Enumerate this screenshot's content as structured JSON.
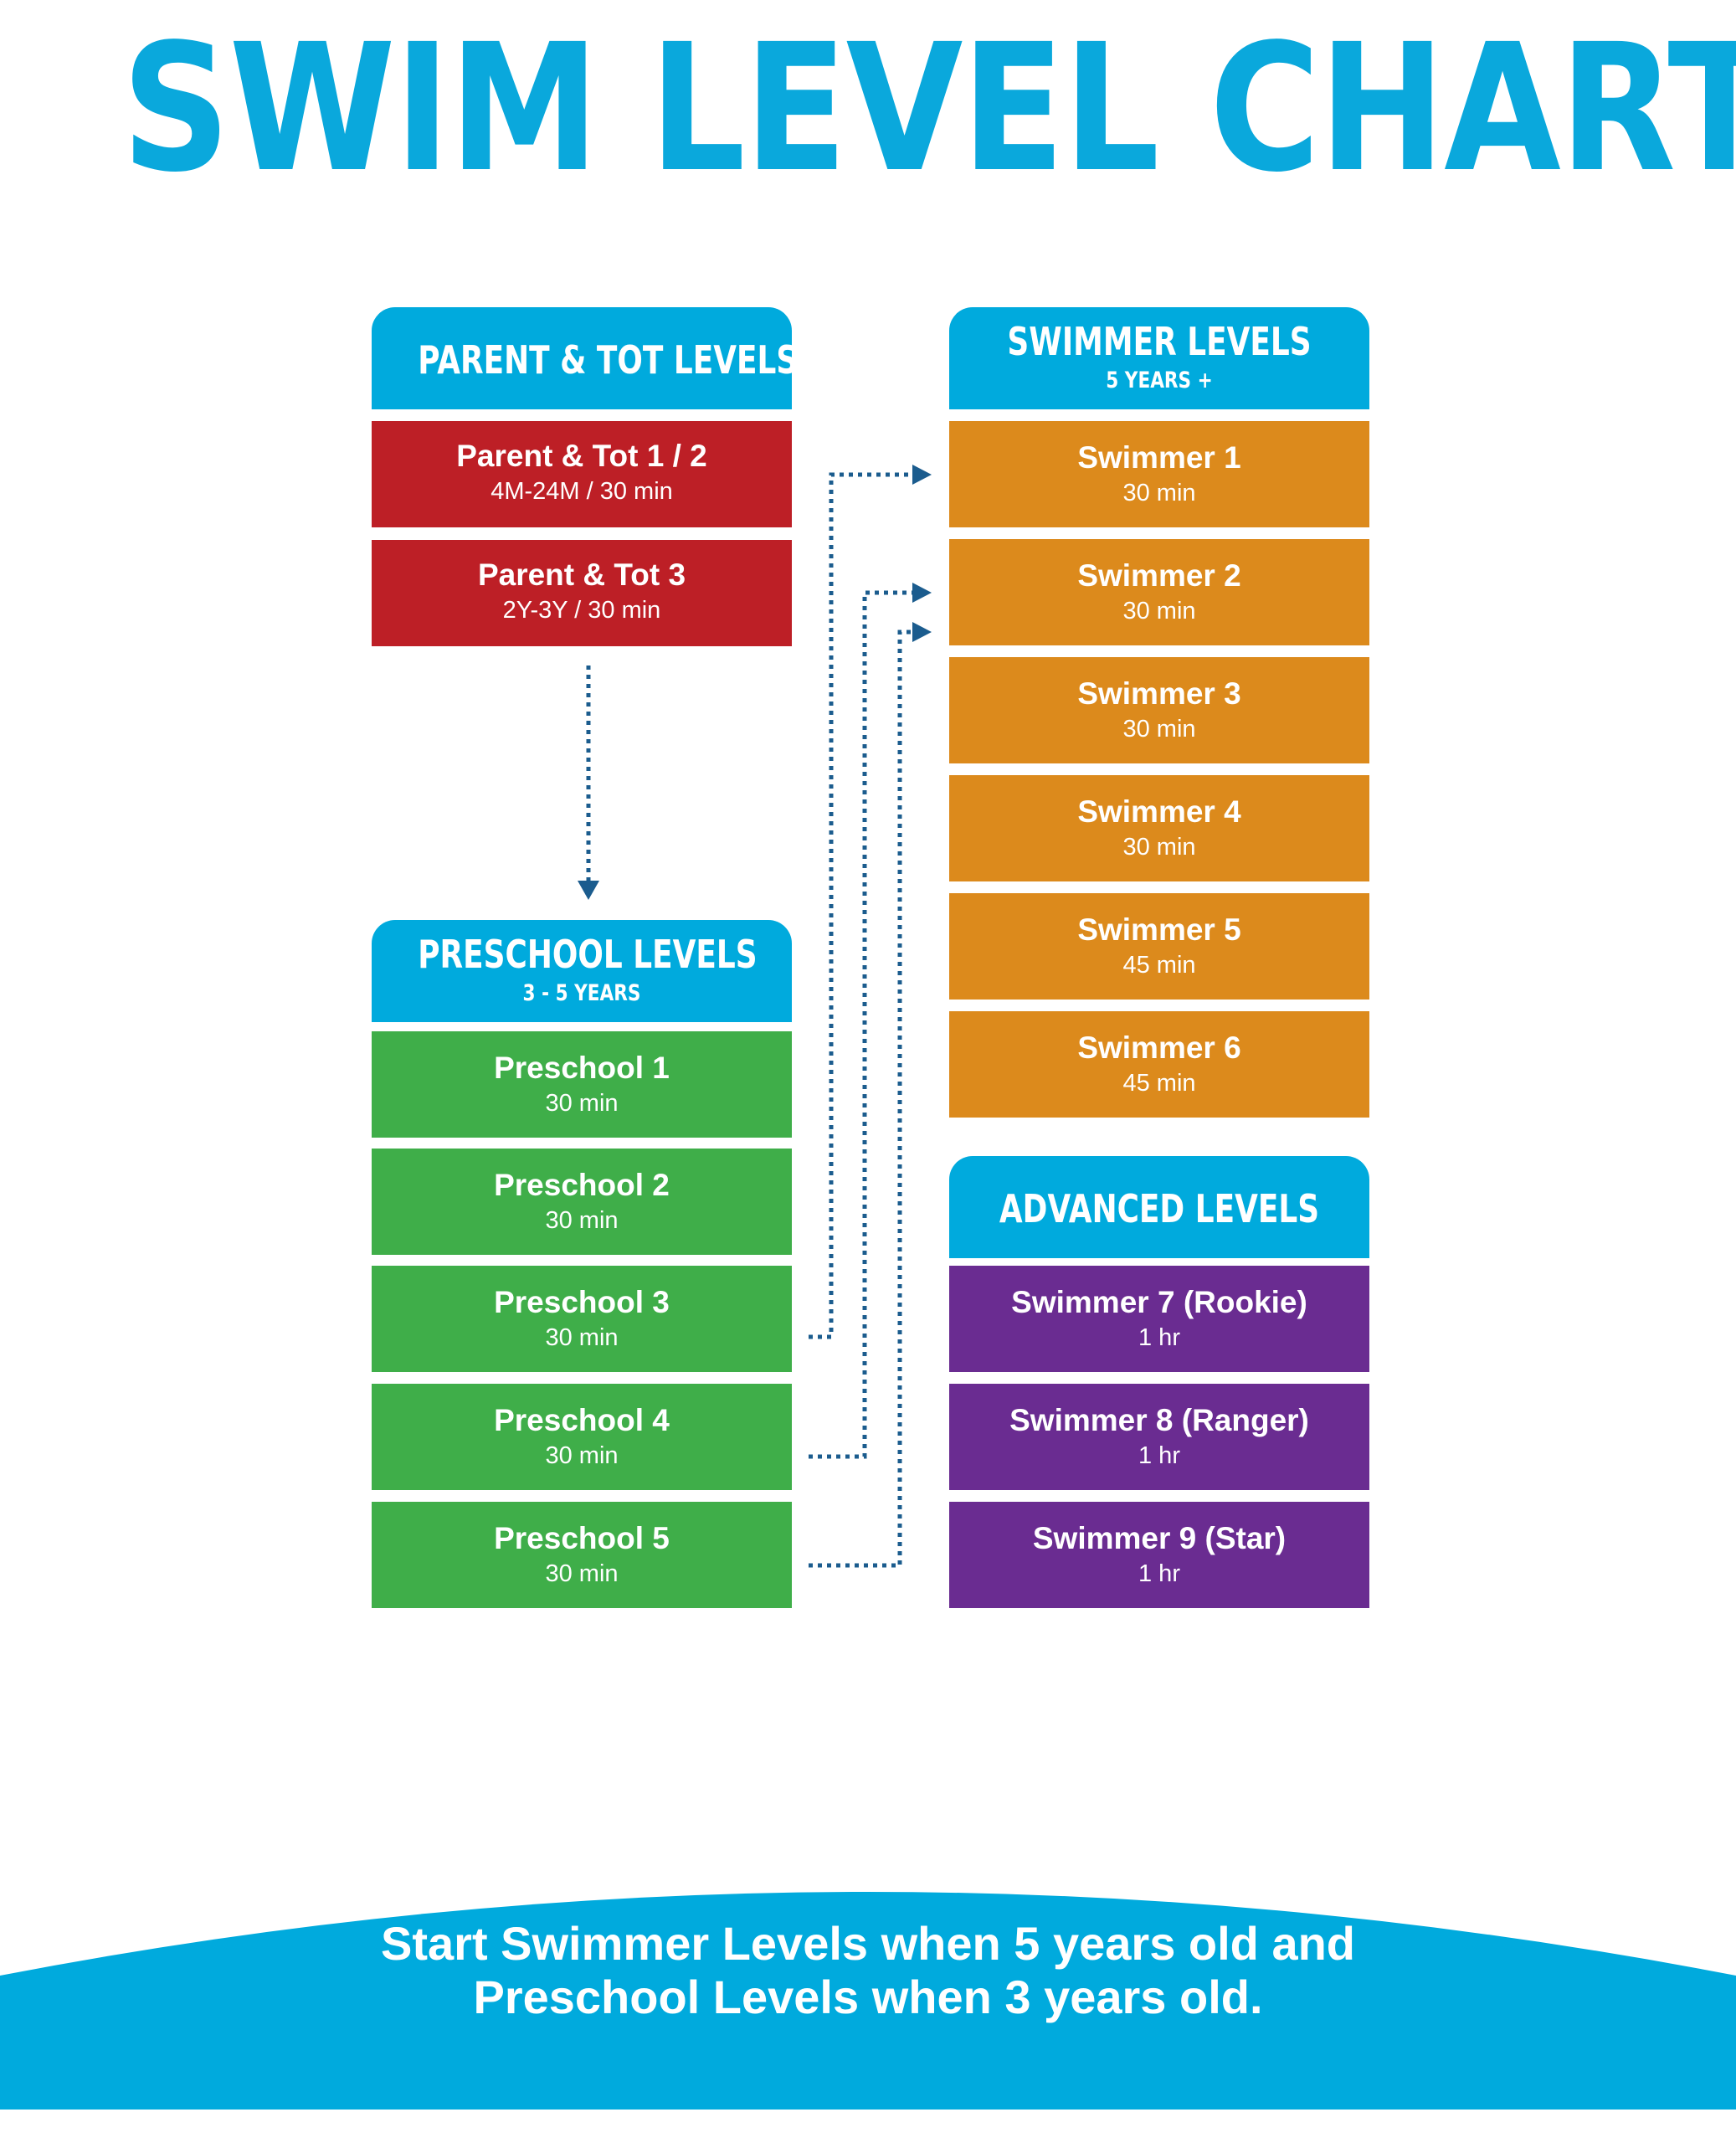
{
  "title": "SWIM LEVEL CHART",
  "colors": {
    "title_blue": "#0aa8dc",
    "header_blue": "#00aadd",
    "parent_tot_red": "#bd1f26",
    "preschool_green": "#3fae49",
    "swimmer_orange": "#dc8a1c",
    "advanced_purple": "#6a2c91",
    "arrow_blue": "#1b5c8e"
  },
  "parent_tot": {
    "header": "PARENT & TOT LEVELS",
    "levels": [
      {
        "name": "Parent & Tot 1 / 2",
        "detail": "4M-24M / 30 min"
      },
      {
        "name": "Parent & Tot 3",
        "detail": "2Y-3Y / 30 min"
      }
    ]
  },
  "preschool": {
    "header": "PRESCHOOL LEVELS",
    "subheader": "3 - 5 YEARS",
    "levels": [
      {
        "name": "Preschool 1",
        "detail": "30 min"
      },
      {
        "name": "Preschool 2",
        "detail": "30 min"
      },
      {
        "name": "Preschool 3",
        "detail": "30 min"
      },
      {
        "name": "Preschool 4",
        "detail": "30 min"
      },
      {
        "name": "Preschool 5",
        "detail": "30 min"
      }
    ]
  },
  "swimmer": {
    "header": "SWIMMER LEVELS",
    "subheader": "5 YEARS +",
    "levels": [
      {
        "name": "Swimmer 1",
        "detail": "30 min"
      },
      {
        "name": "Swimmer 2",
        "detail": "30 min"
      },
      {
        "name": "Swimmer 3",
        "detail": "30 min"
      },
      {
        "name": "Swimmer 4",
        "detail": "30 min"
      },
      {
        "name": "Swimmer 5",
        "detail": "45 min"
      },
      {
        "name": "Swimmer 6",
        "detail": "45 min"
      }
    ]
  },
  "advanced": {
    "header": "ADVANCED LEVELS",
    "levels": [
      {
        "name": "Swimmer 7 (Rookie)",
        "detail": "1 hr"
      },
      {
        "name": "Swimmer 8 (Ranger)",
        "detail": "1 hr"
      },
      {
        "name": "Swimmer 9 (Star)",
        "detail": "1 hr"
      }
    ]
  },
  "banner": {
    "line1": "Start Swimmer Levels when 5 years old and",
    "line2": "Preschool Levels when 3 years old."
  }
}
